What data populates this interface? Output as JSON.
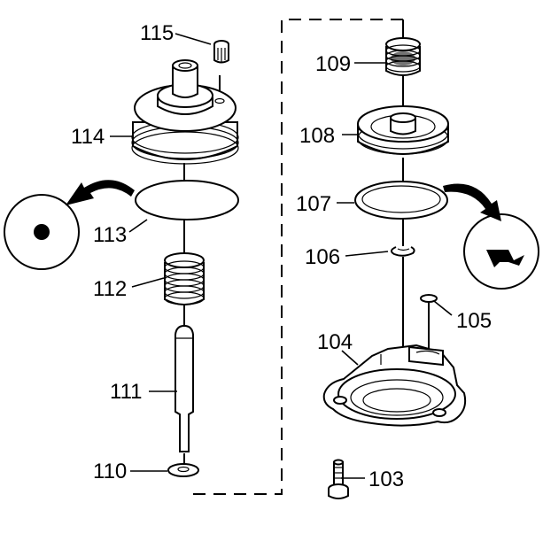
{
  "callouts": {
    "c103": "103",
    "c104": "104",
    "c105": "105",
    "c106": "106",
    "c107": "107",
    "c108": "108",
    "c109": "109",
    "c110": "110",
    "c111": "111",
    "c112": "112",
    "c113": "113",
    "c114": "114",
    "c115": "115"
  },
  "colors": {
    "ink": "#000000",
    "paper": "#ffffff"
  },
  "icons": [
    "round-seal-symbol-icon",
    "shaped-seal-symbol-icon",
    "rotation-arrow-icon"
  ]
}
